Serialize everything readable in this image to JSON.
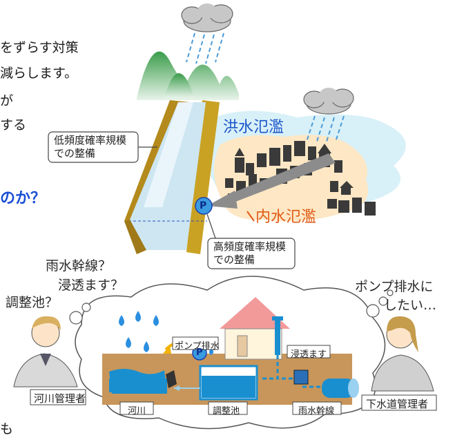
{
  "intro_lines": [
    "をずらす対策",
    "減らします。",
    "が",
    "する"
  ],
  "question_fragment": "のか？",
  "labels": {
    "low_freq_line1": "低頻度確率規模",
    "low_freq_line2": "での整備",
    "flood": "洪水氾濫",
    "inner_flood": "内水氾濫",
    "high_freq_line1": "高頻度確率規模",
    "high_freq_line2": "での整備",
    "pump_p": "P"
  },
  "thoughts": {
    "trunk_sewer": "雨水幹線？",
    "infiltration": "浸透ます？",
    "retention": "調整池？",
    "pump_line1": "ポンプ排水に",
    "pump_line2": "したい…"
  },
  "cloud_diagram": {
    "pump_drain": "ポンプ排水",
    "infiltration_basin": "浸透ます",
    "river": "河川",
    "retention_pond": "調整池",
    "trunk_sewer": "雨水幹線",
    "pump_p": "P"
  },
  "roles": {
    "river_manager": "河川管理者",
    "sewer_manager": "下水道管理者"
  },
  "bottom_fragment": "も",
  "colors": {
    "river_wall": "#c9a224",
    "river_water": "#cde6f2",
    "mountain": "#3a9c4a",
    "flood_area": "#d8f0f8",
    "inner_area": "#fde7c4",
    "building": "#3a3a3a",
    "arrow": "#888888",
    "pump_circle": "#3a9be0",
    "ground": "#c8965a",
    "water": "#1a8fd0"
  }
}
